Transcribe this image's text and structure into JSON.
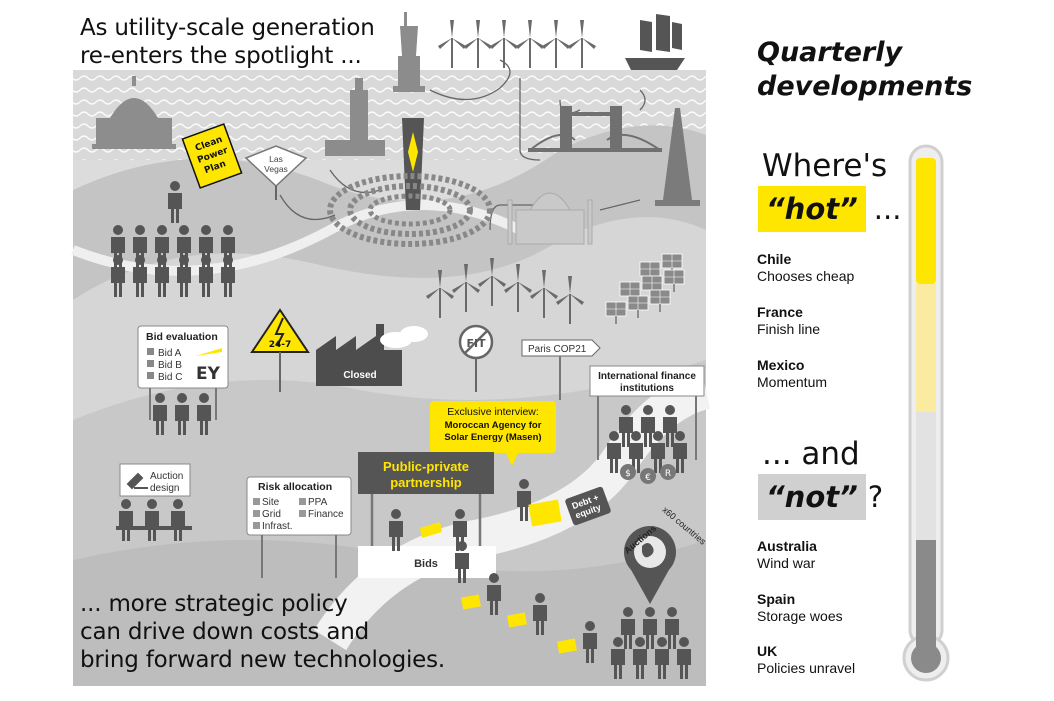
{
  "infographic": {
    "headline_top": [
      "As utility-scale generation",
      "re-enters the spotlight ..."
    ],
    "headline_bottom": [
      "... more strategic policy",
      "can drive down costs and",
      "bring forward new technologies."
    ],
    "labels": {
      "clean_power_plan": [
        "Clean",
        "Power",
        "Plan"
      ],
      "las_vegas": [
        "Las",
        "Vegas"
      ],
      "sign_24_7": "24-7",
      "closed": "Closed",
      "fit": "FIT",
      "paris": "Paris COP21",
      "bid_eval_title": "Bid evaluation",
      "bids_list": [
        "Bid A",
        "Bid B",
        "Bid C"
      ],
      "ey_logo": "EY",
      "intl_finance": [
        "International finance",
        "institutions"
      ],
      "exclusive_title": "Exclusive interview:",
      "exclusive_body": [
        "Moroccan Agency for",
        "Solar Energy (Masen)"
      ],
      "ppp": [
        "Public-private",
        "partnership"
      ],
      "debt_equity": [
        "Debt +",
        "equity"
      ],
      "auctions": "Auctions",
      "countries": "x60 countries",
      "auction_design": [
        "Auction",
        "design"
      ],
      "risk_title": "Risk allocation",
      "risk_items": [
        "Site",
        "Grid",
        "Infrast.",
        "PPA",
        "Finance"
      ],
      "bids_desk": "Bids",
      "currency": [
        "$",
        "€",
        "R"
      ]
    }
  },
  "panel": {
    "title": [
      "Quarterly",
      "developments"
    ],
    "hot_intro": "Where's",
    "hot_label": "“hot”",
    "hot_suffix": "...",
    "not_intro": "... and",
    "not_label": "“not”",
    "not_suffix": "?",
    "hot_items": [
      {
        "name": "Chile",
        "desc": "Chooses cheap"
      },
      {
        "name": "France",
        "desc": "Finish line"
      },
      {
        "name": "Mexico",
        "desc": "Momentum"
      }
    ],
    "not_items": [
      {
        "name": "Australia",
        "desc": "Wind war"
      },
      {
        "name": "Spain",
        "desc": "Storage woes"
      },
      {
        "name": "UK",
        "desc": "Policies unravel"
      }
    ]
  },
  "colors": {
    "accent_yellow": "#ffe600",
    "pale_yellow": "#fbeba0",
    "figure_gray": "#5a5a5a",
    "ground_gray": "#cfcfcf",
    "dark_text": "#111111"
  }
}
